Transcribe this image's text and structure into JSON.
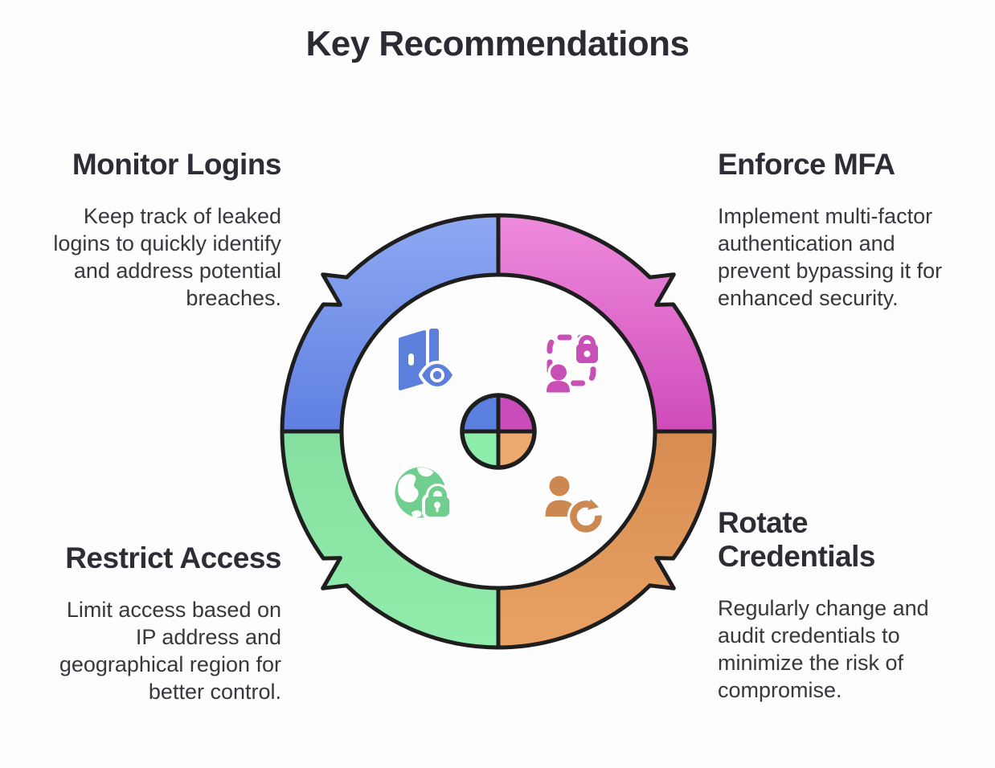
{
  "title": "Key Recommendations",
  "colors": {
    "background": "#fdfdfd",
    "heading_text": "#2d2d35",
    "body_text": "#37373d",
    "outline": "#1e1e1e"
  },
  "ring": {
    "outline": "#1e1e1e",
    "quadrants": [
      {
        "name": "monitor-logins",
        "position": "top-left",
        "top": "#8ea8f2",
        "bottom": "#5f80e1",
        "solid": "#5c80e0"
      },
      {
        "name": "enforce-mfa",
        "position": "top-right",
        "top": "#ee8bdc",
        "bottom": "#cf4bba",
        "solid": "#ca4cba"
      },
      {
        "name": "restrict-access",
        "position": "bottom-left",
        "top": "#85dfa0",
        "bottom": "#92ecab",
        "solid": "#8deeab"
      },
      {
        "name": "rotate-credentials",
        "position": "bottom-right",
        "top": "#d78c51",
        "bottom": "#e9a263",
        "solid": "#eeaa6e"
      }
    ]
  },
  "items": [
    {
      "heading": "Monitor Logins",
      "body": "Keep track of leaked logins to quickly identify and address potential breaches.",
      "icon": "door-eye-icon",
      "icon_color": "#5d7fdc"
    },
    {
      "heading": "Enforce MFA",
      "body": "Implement multi-factor authentication and prevent bypassing it for enhanced security.",
      "icon": "person-scan-lock-icon",
      "icon_color": "#c74fb6"
    },
    {
      "heading": "Restrict Access",
      "body": "Limit access based on IP address and geographical region for better control.",
      "icon": "globe-lock-icon",
      "icon_color": "#70cf8f"
    },
    {
      "heading": "Rotate Credentials",
      "body": "Regularly change and audit credentials to minimize the risk of compromise.",
      "icon": "person-refresh-icon",
      "icon_color": "#cc8851"
    }
  ]
}
